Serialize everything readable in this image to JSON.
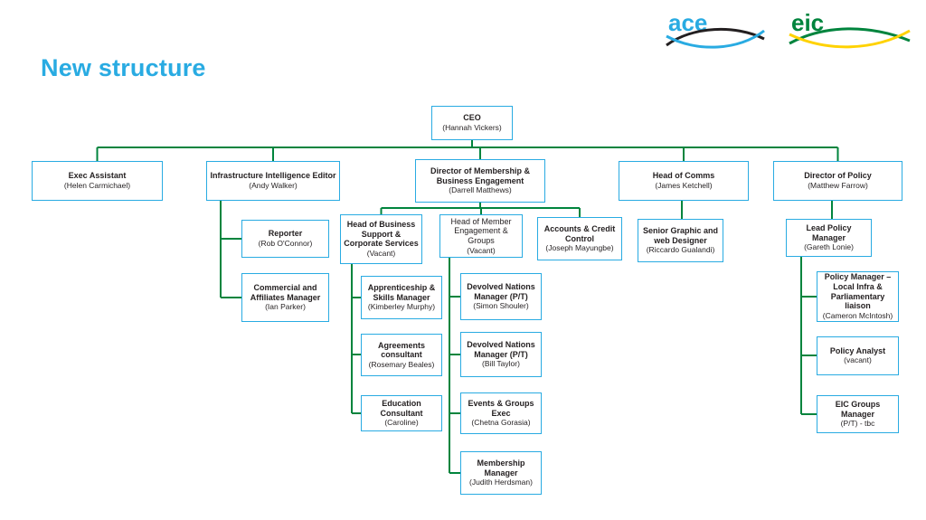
{
  "page": {
    "title": "New structure"
  },
  "logos": {
    "ace": "ace",
    "eic": "eic"
  },
  "colors": {
    "accent_blue": "#29ABE2",
    "line_green": "#00843D",
    "eic_yellow": "#FFD200",
    "swoosh_black": "#231F20"
  },
  "nodes": {
    "ceo": {
      "title": "CEO",
      "name": "(Hannah Vickers)"
    },
    "exec_assistant": {
      "title": "Exec Assistant",
      "name": "(Helen Carmichael)"
    },
    "infra_editor": {
      "title": "Infrastructure Intelligence Editor",
      "name": "(Andy Walker)"
    },
    "membership_director": {
      "title": "Director of Membership & Business Engagement",
      "name": "(Darrell Matthews)"
    },
    "head_comms": {
      "title": "Head of Comms",
      "name": "(James Ketchell)"
    },
    "policy_director": {
      "title": "Director of Policy",
      "name": "(Matthew Farrow)"
    },
    "reporter": {
      "title": "Reporter",
      "name": "(Rob O'Connor)"
    },
    "commercial_manager": {
      "title": "Commercial and Affiliates Manager",
      "name": "(Ian Parker)"
    },
    "head_business_support": {
      "title": "Head of Business Support & Corporate Services",
      "name": "(Vacant)"
    },
    "head_member_engagement": {
      "title": "Head of Member Engagement & Groups",
      "name": "(Vacant)"
    },
    "accounts_credit": {
      "title": "Accounts & Credit Control",
      "name": "(Joseph Mayungbe)"
    },
    "senior_designer": {
      "title": "Senior Graphic and web Designer",
      "name": "(Riccardo Gualandi)"
    },
    "lead_policy": {
      "title": "Lead Policy Manager",
      "name": "(Gareth Lonie)"
    },
    "apprenticeship": {
      "title": "Apprenticeship & Skills Manager",
      "name": "(Kimberley Murphy)"
    },
    "agreements": {
      "title": "Agreements consultant",
      "name": "(Rosemary Beales)"
    },
    "education": {
      "title": "Education Consultant",
      "name": "(Caroline)"
    },
    "devolved1": {
      "title": "Devolved Nations Manager (P/T)",
      "name": "(Simon Shouler)"
    },
    "devolved2": {
      "title": "Devolved Nations Manager (P/T)",
      "name": "(Bill Taylor)"
    },
    "events_exec": {
      "title": "Events & Groups Exec",
      "name": "(Chetna Gorasia)"
    },
    "membership_manager": {
      "title": "Membership Manager",
      "name": "(Judith Herdsman)"
    },
    "policy_manager_local": {
      "title": "Policy Manager – Local Infra & Parliamentary liaison",
      "name": "(Cameron McIntosh)"
    },
    "policy_analyst": {
      "title": "Policy Analyst",
      "name": "(vacant)"
    },
    "eic_groups": {
      "title": "EIC Groups Manager",
      "name": "(P/T) - tbc"
    }
  }
}
